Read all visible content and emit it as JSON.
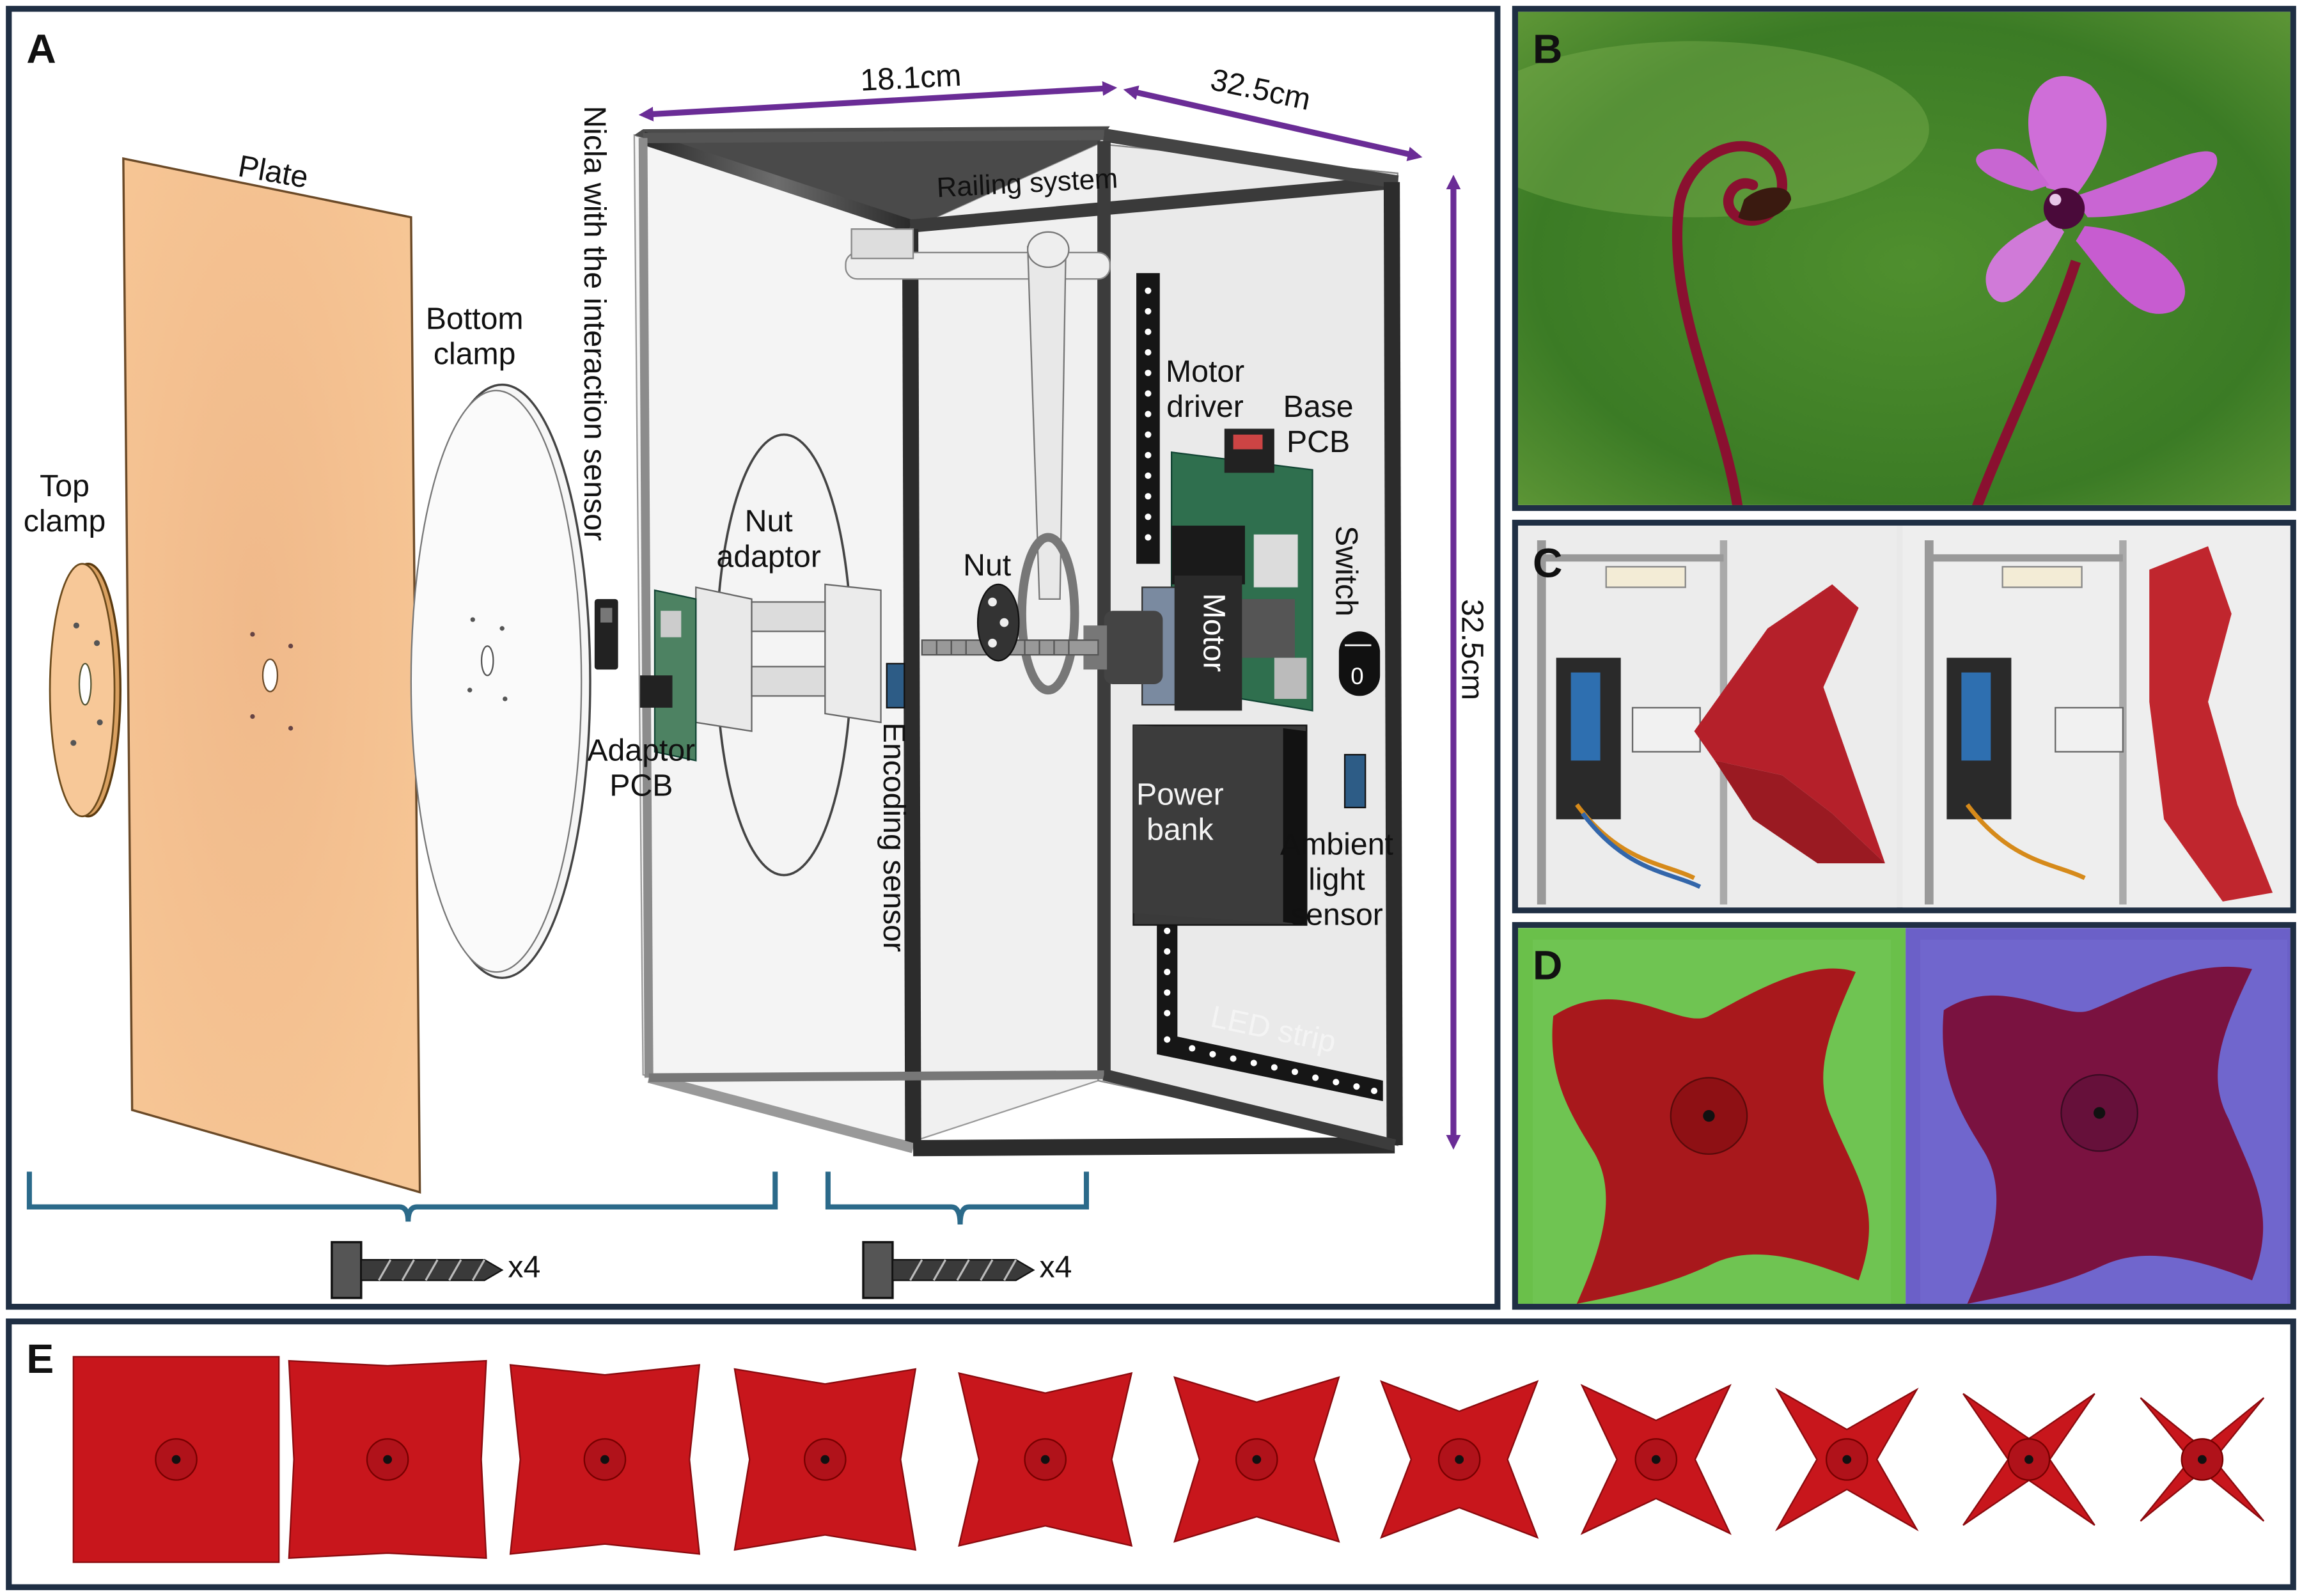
{
  "panels": {
    "a": "A",
    "b": "B",
    "c": "C",
    "d": "D",
    "e": "E"
  },
  "labels": {
    "top_clamp": "Top\nclamp",
    "plate": "Plate",
    "bottom_clamp": "Bottom\nclamp",
    "nicla": "Nicla with the interaction sensor",
    "nut_adaptor": "Nut\nadaptor",
    "adaptor_pcb": "Adaptor\nPCB",
    "nut": "Nut",
    "encoding_sensor": "Encoding sensor",
    "railing_system": "Railing system",
    "motor_driver": "Motor\ndriver",
    "base_pcb": "Base\nPCB",
    "switch": "Switch",
    "switch_on": "—",
    "switch_off": "0",
    "motor": "Motor",
    "power_bank": "Power\nbank",
    "ambient_light_sensor": "Ambient\nlight\nsensor",
    "led_strip": "LED strip"
  },
  "dimensions": {
    "width": "18.1cm",
    "depth": "32.5cm",
    "height": "32.5cm"
  },
  "screws": {
    "left_count": "x4",
    "right_count": "x4"
  },
  "colors": {
    "border": "#1f2f44",
    "dimension_arrow": "#6a2c96",
    "bracket": "#2b6a8a",
    "plate": "#f5c08b",
    "petal_red": "#c4161c"
  }
}
